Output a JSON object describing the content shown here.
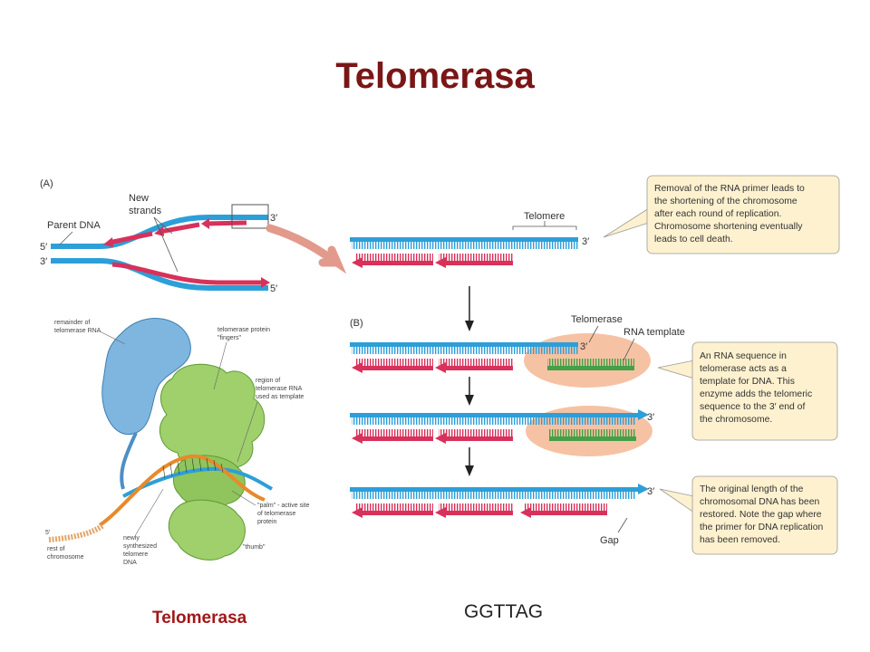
{
  "slide": {
    "title": "Telomerasa",
    "caption": "Telomerasa",
    "sequence": "GGTTAG"
  },
  "panel_a": {
    "tag": "(A)",
    "new_strands": [
      "New",
      "strands"
    ],
    "parent_dna": "Parent DNA",
    "end_5_left": "5′",
    "end_3_left": "3′",
    "end_3_top": "3′",
    "end_5_bottom": "5′"
  },
  "telomere_row": {
    "label": "Telomere",
    "end": "3′"
  },
  "panel_b": {
    "tag": "(B)",
    "telomerase_label": "Telomerase",
    "rna_template_label": "RNA template",
    "end_row1": "3′",
    "end_row2": "3′",
    "end_row3": "3′",
    "gap_label": "Gap"
  },
  "notes": {
    "n1": [
      "Removal of the RNA primer leads to",
      "the shortening of the chromosome",
      "after each round of replication.",
      "Chromosome shortening eventually",
      "leads to cell death."
    ],
    "n2": [
      "An RNA sequence in",
      "telomerase acts as a",
      "template for DNA. This",
      "enzyme adds the telomeric",
      "sequence to the 3′ end of",
      "the chromosome."
    ],
    "n3": [
      "The original length of the",
      "chromosomal DNA has been",
      "restored. Note the gap where",
      "the primer for DNA replication",
      "has been removed."
    ]
  },
  "structure": {
    "remainder_rna": [
      "remainder of",
      "telomerase RNA"
    ],
    "fingers": [
      "telomerase protein",
      "\"fingers\""
    ],
    "region_rna": [
      "region of",
      "telomerase RNA",
      "used as template"
    ],
    "palm": [
      "\"palm\" - active site",
      "of telomerase",
      "protein"
    ],
    "thumb": "\"thumb\"",
    "newly": [
      "newly",
      "synthesized",
      "telomere",
      "DNA"
    ],
    "rest": [
      "rest of",
      "chromosome"
    ],
    "five_prime": "5′"
  },
  "colors": {
    "title": "#7a1616",
    "dna_blue": "#2d9fd8",
    "primer_red": "#d8315b",
    "template_green": "#43a047",
    "enzyme_green": "#9fd06b",
    "rna_blue": "#7fb6df",
    "telomerase_halo": "#f6c2a4",
    "note_bg": "#fdf1cf"
  }
}
